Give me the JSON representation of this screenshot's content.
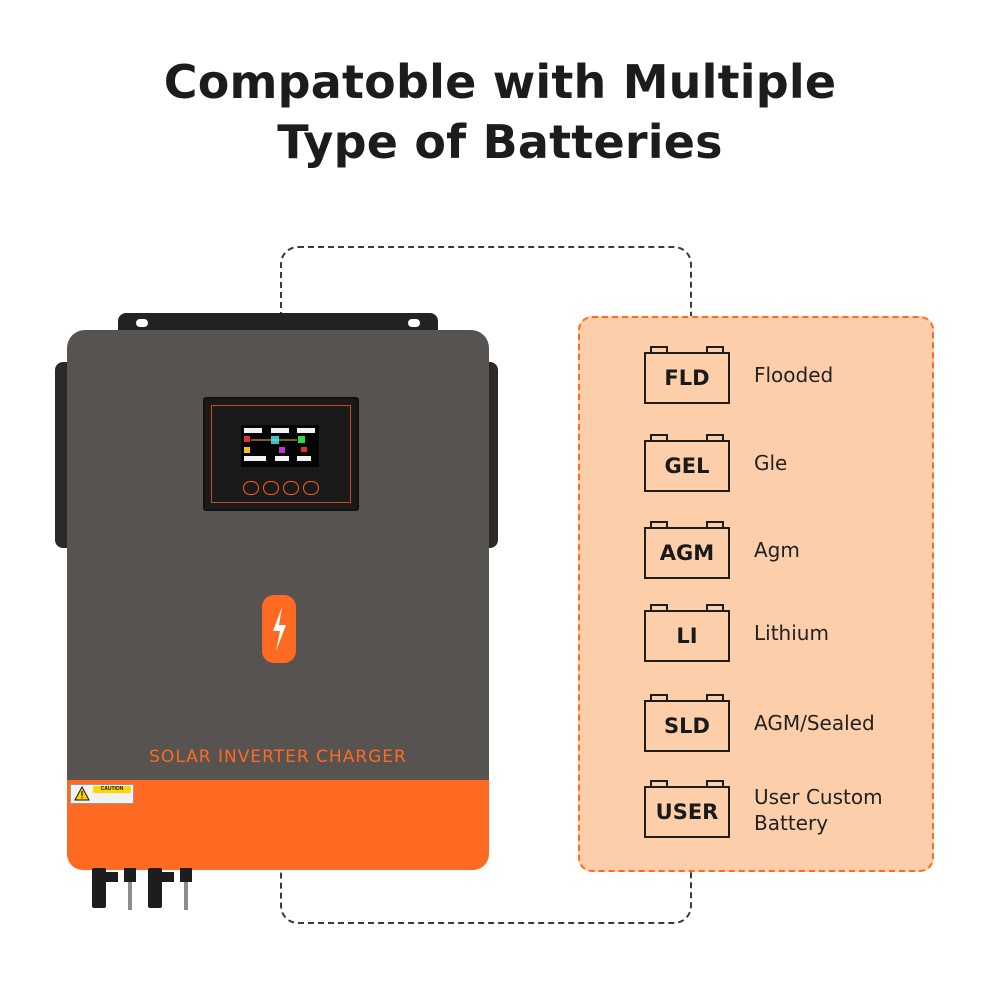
{
  "headline": {
    "line1": "Compatoble with Multiple",
    "line2": "Type of Batteries"
  },
  "inverter": {
    "product_label": "SOLAR INVERTER CHARGER",
    "caution_label": "CAUTION",
    "body_color": "#565350",
    "accent_color": "#ff6a22",
    "logo_icon": "lightning-bolt-icon"
  },
  "battery_types": [
    {
      "code": "FLD",
      "description": "Flooded"
    },
    {
      "code": "GEL",
      "description": "Gle"
    },
    {
      "code": "AGM",
      "description": "Agm"
    },
    {
      "code": "LI",
      "description": "Lithium"
    },
    {
      "code": "SLD",
      "description": "AGM/Sealed"
    },
    {
      "code": "USER",
      "description": "User Custom Battery"
    }
  ],
  "panel": {
    "background_color": "#fdceaa",
    "border_color": "#ff6a22"
  }
}
